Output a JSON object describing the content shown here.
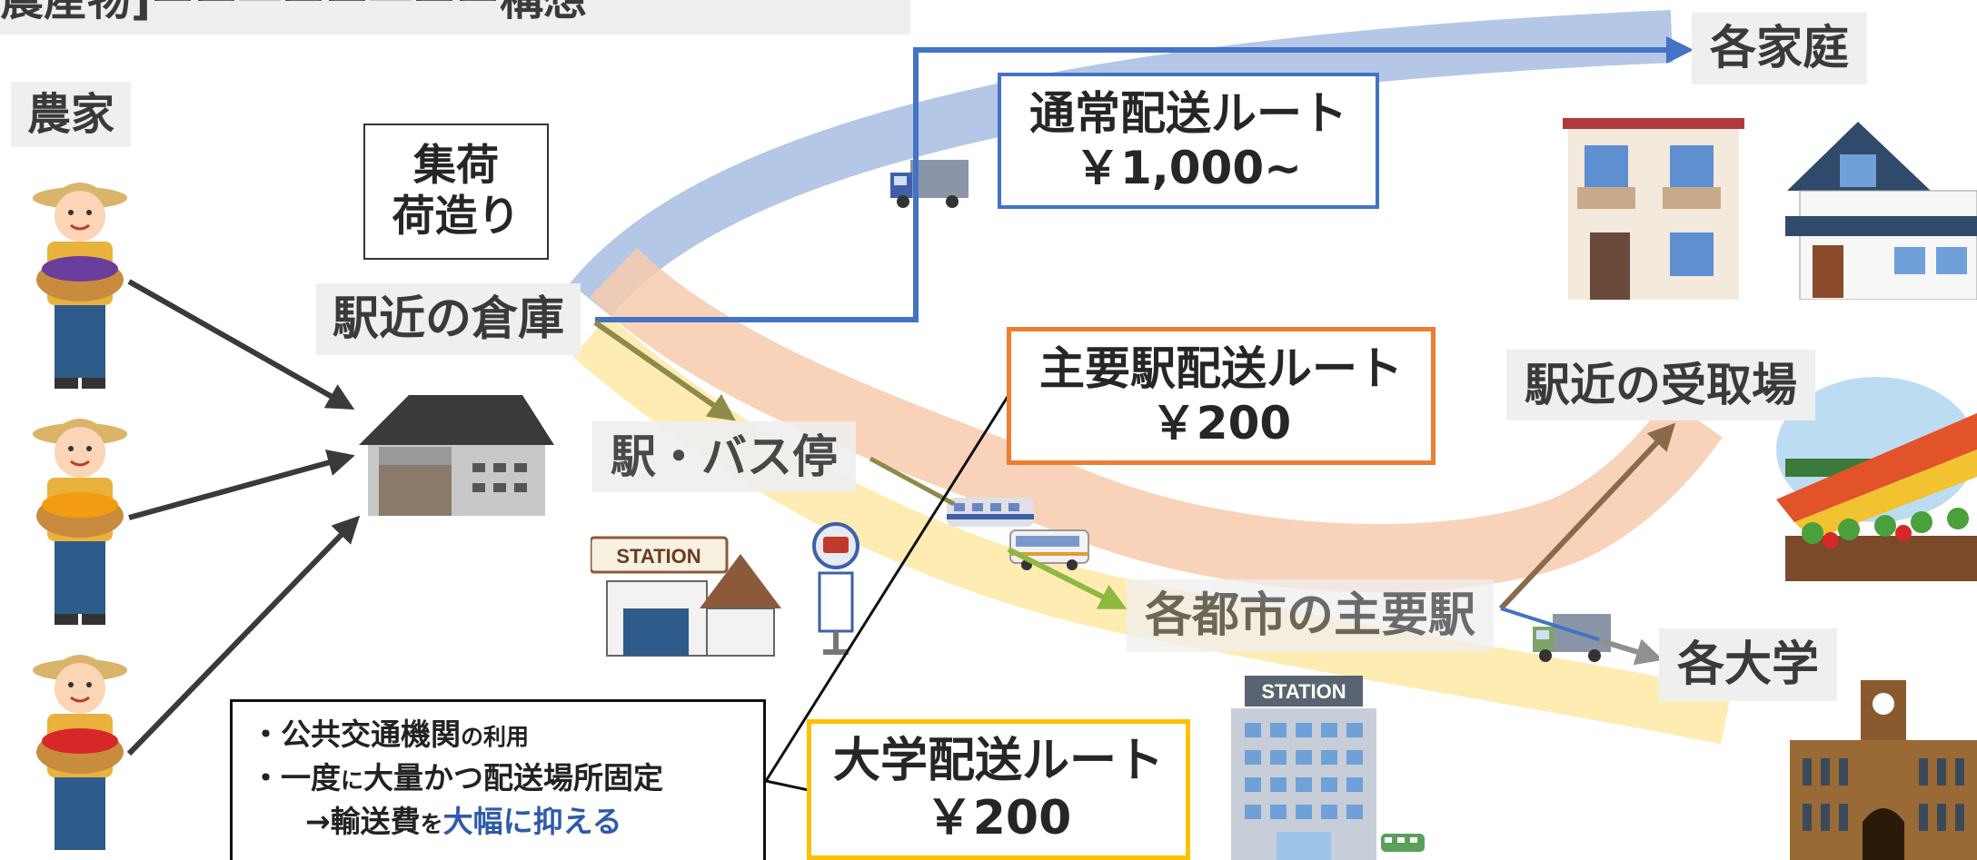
{
  "header_fragment": "農産物]ーー一ーー一ーー構想",
  "labels": {
    "farmers": "農家",
    "collect_line1": "集荷",
    "collect_line2": "荷造り",
    "warehouse": "駅近の倉庫",
    "households": "各家庭",
    "bus_station": "駅・バス停",
    "pickup": "駅近の受取場",
    "major_station": "各都市の主要駅",
    "universities": "各大学"
  },
  "routes": {
    "normal": {
      "name": "通常配送ルート",
      "price": "￥1,000~",
      "color": "#4472c4"
    },
    "major": {
      "name": "主要駅配送ルート",
      "price": "￥200",
      "color": "#ed7d31"
    },
    "university": {
      "name": "大学配送ルート",
      "price": "￥200",
      "color": "#ffc000"
    }
  },
  "note": {
    "line1_main": "・公共交通機関",
    "line1_small": "の利用",
    "line2_a": "・一度",
    "line2_b": "に",
    "line2_c": "大量かつ配送場所固定",
    "line3_a": "→輸送費",
    "line3_b": "を",
    "line3_c": "大幅に抑える"
  },
  "signs": {
    "station_small": "STATION",
    "station_big": "STATION"
  },
  "icons": [
    "farmer-icon",
    "warehouse-icon",
    "truck-icon",
    "train-icon",
    "bus-icon",
    "bus-stop-icon",
    "station-icon",
    "house-icon",
    "apartment-icon",
    "market-icon",
    "university-icon"
  ],
  "colors": {
    "band_blue": "#b4c7e7",
    "band_orange": "#f8cbad",
    "band_yellow": "#ffe699",
    "label_bg": "#efefef",
    "highlight": "#2e5aa8"
  }
}
